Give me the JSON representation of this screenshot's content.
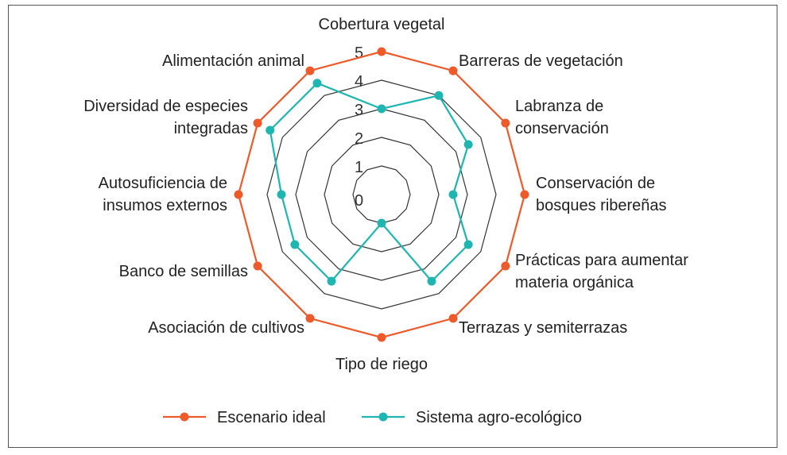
{
  "chart_data": {
    "type": "radar",
    "categories": [
      [
        "Cobertura vegetal"
      ],
      [
        "Barreras de vegetación"
      ],
      [
        "Labranza de",
        "conservación"
      ],
      [
        "Conservación de",
        "bosques ribereñas"
      ],
      [
        "Prácticas para aumentar",
        "materia orgánica"
      ],
      [
        "Terrazas y semiterrazas"
      ],
      [
        "Tipo de riego"
      ],
      [
        "Asociación de cultivos"
      ],
      [
        "Banco de semillas"
      ],
      [
        "Autosuficiencia de",
        "insumos externos"
      ],
      [
        "Diversidad de especies",
        "integradas"
      ],
      [
        "Alimentación animal"
      ]
    ],
    "rlim": [
      0,
      5
    ],
    "ticks": [
      "0",
      "1",
      "2",
      "3",
      "4",
      "5"
    ],
    "series": [
      {
        "name": "Escenario ideal",
        "color": "#ee5a2a",
        "values": [
          5,
          5,
          5,
          5,
          5,
          5,
          5,
          5,
          5,
          5,
          5,
          5
        ]
      },
      {
        "name": "Sistema agro-ecológico",
        "color": "#1fb5b0",
        "values": [
          3,
          4,
          3.5,
          2.5,
          3.5,
          3.5,
          1,
          3.5,
          3.5,
          3.5,
          4.5,
          4.5
        ]
      }
    ],
    "legend_position": "bottom",
    "grid": true
  }
}
